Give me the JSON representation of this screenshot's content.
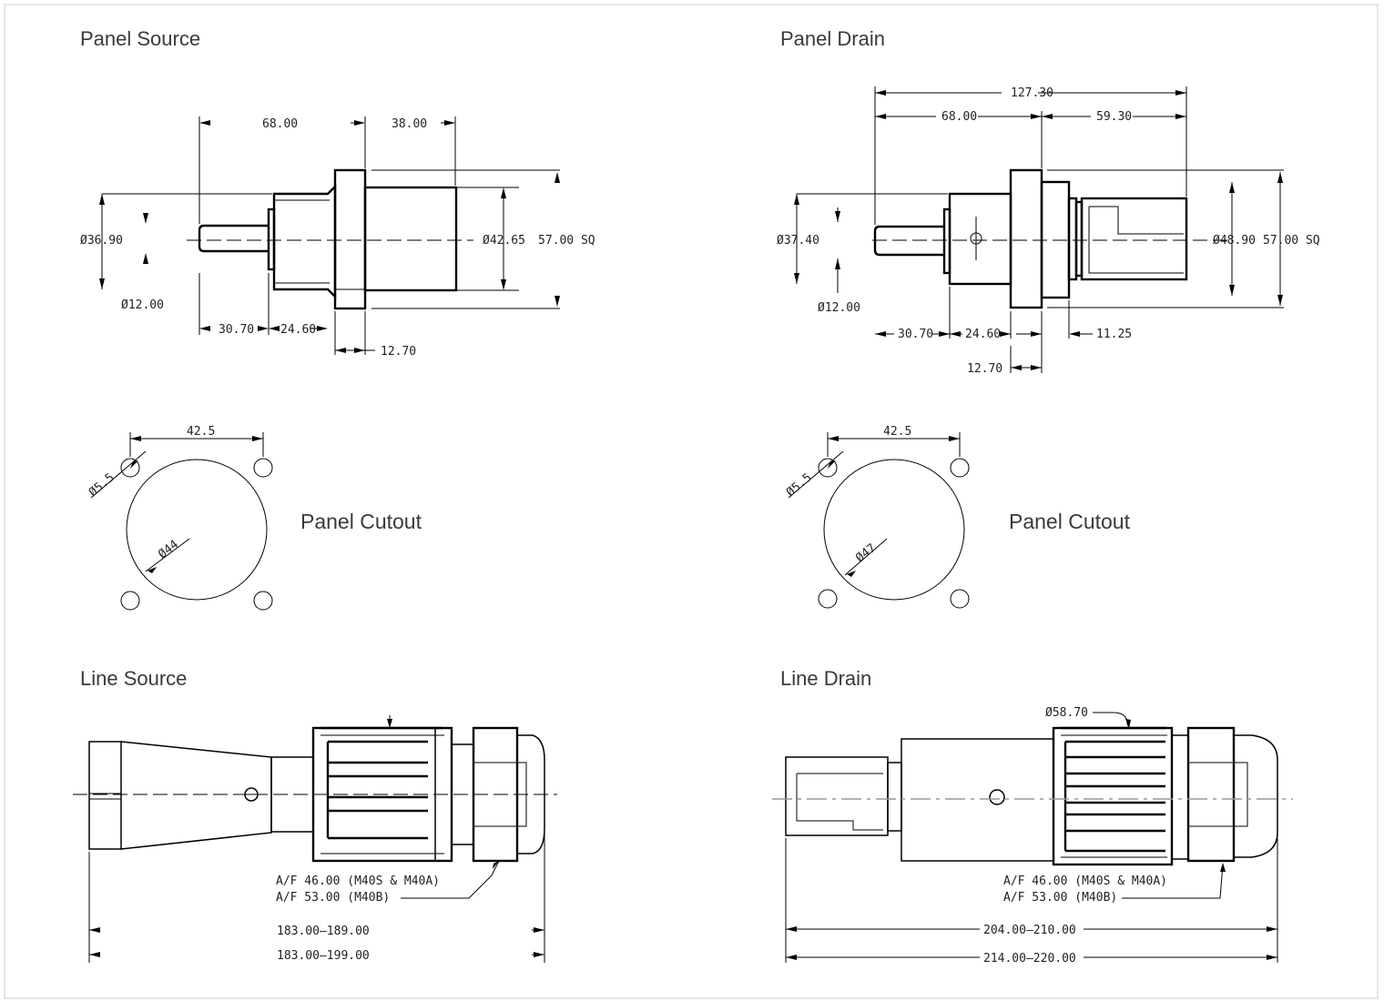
{
  "sections": {
    "panel_source": "Panel Source",
    "panel_drain": "Panel Drain",
    "line_source": "Line Source",
    "line_drain": "Line Drain"
  },
  "cutout_label": "Panel Cutout",
  "panel_source_dims": {
    "d68": "68.00",
    "d38": "38.00",
    "dia36": "Ø36.90",
    "dia12": "Ø12.00",
    "dia42": "Ø42.65",
    "sq57": "57.00 SQ",
    "d30": "30.70",
    "d24": "24.60",
    "d12": "12.70"
  },
  "panel_drain_dims": {
    "d127": "127.30",
    "d68": "68.00",
    "d59": "59.30",
    "dia37": "Ø37.40",
    "dia12": "Ø12.00",
    "dia48": "Ø48.90",
    "sq57": "57.00 SQ",
    "d30": "30.70",
    "d24": "24.60",
    "d11": "11.25",
    "d12": "12.70"
  },
  "cutout_source": {
    "pitch": "42.5",
    "hole": "Ø5.5",
    "bore": "Ø44"
  },
  "cutout_drain": {
    "pitch": "42.5",
    "hole": "Ø5.5",
    "bore": "Ø47"
  },
  "line_source_dims": {
    "af46": "A/F 46.00 (M40S & M40A)",
    "af53": "A/F 53.00 (M40B)",
    "len1": "183.00–189.00",
    "len2": "183.00–199.00"
  },
  "line_drain_dims": {
    "dia58": "Ø58.70",
    "af46": "A/F 46.00 (M40S & M40A)",
    "af53": "A/F 53.00 (M40B)",
    "len1": "204.00–210.00",
    "len2": "214.00–220.00"
  }
}
